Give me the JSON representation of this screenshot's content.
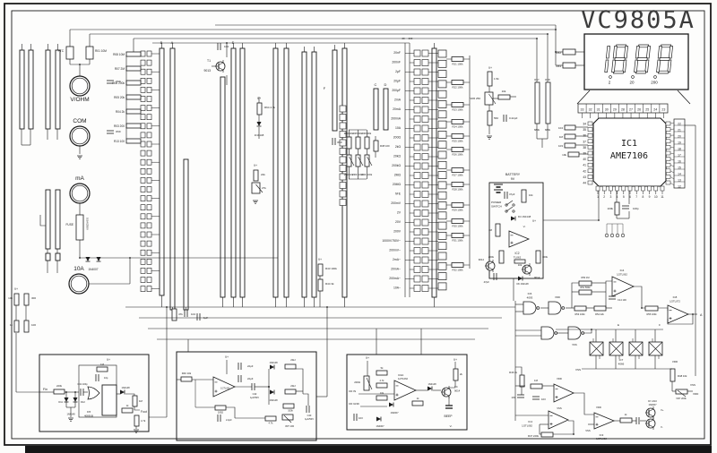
{
  "title": "VC9805A",
  "display": {
    "value": "1888",
    "dp_labels": [
      "2",
      "20",
      "200"
    ],
    "r62": "R62",
    "r63": "R63"
  },
  "ic1": {
    "ref": "IC1",
    "part": "AME7106",
    "pins_top": [
      "33",
      "32",
      "31",
      "30",
      "29",
      "28",
      "27",
      "26",
      "25",
      "24",
      "23"
    ],
    "pins_left": [
      "34",
      "35",
      "36",
      "37",
      "38",
      "39",
      "40",
      "41",
      "42",
      "43",
      "44"
    ],
    "pins_right": [
      "22",
      "21",
      "20",
      "19",
      "18",
      "17",
      "16",
      "15",
      "14",
      "13",
      "12"
    ],
    "pins_bottom": [
      "1",
      "2",
      "3",
      "4",
      "5",
      "6",
      "7",
      "8",
      "9",
      "10",
      "11"
    ]
  },
  "terminals": {
    "vohm": "V/OHM",
    "com": "COM",
    "ma": "mA",
    "a10": "10A"
  },
  "input_protection": {
    "ptc": "PTC",
    "r01": "R01 10M",
    "fuse": "FUSE",
    "fuse_rating": "0.5A/250V",
    "d_in": "1N4007"
  },
  "bus": {
    "a": "A",
    "b": "B",
    "c": "C",
    "d": "D",
    "e": "E",
    "f": "F",
    "w20": "20",
    "w200": "200"
  },
  "ranges": [
    "20nF",
    "200nF",
    "2μF",
    "20μF",
    "200μF",
    "2mA",
    "20mA",
    "200mA",
    "10A",
    "200Ω",
    "2kΩ",
    "20kΩ",
    "200kΩ",
    "2MΩ",
    "20MΩ",
    "hFE",
    "200mV",
    "2V",
    "20V",
    "200V",
    "1000V/750V~",
    "200mV~",
    "2mA~",
    "20mA~",
    "200mA~",
    "10A~"
  ],
  "divider": [
    "R08 10M",
    "R07 2M",
    "R06 200k",
    "R05 20k",
    "R04 2k",
    "R03 200",
    "R13 100"
  ],
  "ladder": [
    "R21 100k",
    "R22 100k",
    "R23 100k",
    "R24 100k",
    "R25 100k",
    "R26 100k",
    "R27 100k",
    "R28 100k",
    "R29 100k",
    "R30 100k",
    "R31 100k",
    "R32 100k"
  ],
  "caps_mid": {
    "c9": "3N9",
    "c10": "3N9",
    "c11": "3N9"
  },
  "t1": {
    "ref": "T1",
    "part": "9013",
    "cap": "104"
  },
  "r64": {
    "label": "R64 4.7k",
    "diode": "1N4148",
    "vplus": "V+"
  },
  "cal": {
    "r": [
      "R34 20k",
      "R35 30k",
      "R36 30k"
    ],
    "vr": [
      "VR2 10k",
      "VR3 100k",
      "VR4 100k"
    ],
    "r38": "R38 100"
  },
  "therm": {
    "r": "22k",
    "vr": "27k",
    "vplus": "V+"
  },
  "acdc_div": {
    "r43": "R43 100k",
    "r44": "R44 3k",
    "vplus": "V+"
  },
  "ref": {
    "vplus": "V+",
    "r1": "1.5k",
    "vr": "VR6 250",
    "r2": "10k",
    "r3": "560",
    "cap": "0.22μF"
  },
  "hv": {
    "r17": "R17",
    "r18": "R18",
    "v17": "680k",
    "v18": "680k"
  },
  "left_res": {
    "r1": "10k",
    "r2": "300",
    "r3": "1k",
    "r4": "100",
    "vplus": "V+"
  },
  "mid_caps": {
    "r": "47k",
    "c1": "104",
    "c2": "1μF"
  },
  "ic1_side": {
    "c1": "104",
    "r1": "1M",
    "c2": "103",
    "r2": "10k",
    "rb": "100k",
    "cb": "100p"
  },
  "battery": {
    "title1": "BATTERY",
    "title2": "9V",
    "c1": "47μF",
    "r1": "10k",
    "sw1": "POWER",
    "sw2": "SWITCH",
    "d4": "D4 1N4148",
    "vplus": "V+",
    "r2": "1M",
    "vminus": "V-",
    "ic_ref": "IC2",
    "ic_part": "TL062",
    "r3": "200k",
    "r4": "100k",
    "r5": "10k",
    "q1": "9014",
    "q2": "9014",
    "c2": "47μF",
    "d6": "D6 1N4148"
  },
  "box_osc": {
    "fin": "Fin",
    "rin": "220k",
    "d11": "D11",
    "d12": "D12",
    "dval": "1N4148",
    "c41": "C41 100p",
    "rfb": "1M",
    "cfb": "10p",
    "vplus": "V+",
    "ic_ref": "IC5",
    "ic_part": "4069UB",
    "dout": "1N4148",
    "r1": "1M",
    "r2": "1k",
    "r3": "4.7k",
    "fout": "Fout"
  },
  "box_filter": {
    "rin": "R40 10k",
    "amp": "1/2TL062",
    "vplus": "V+",
    "c1": "22μF",
    "c2": "22μF",
    "c42a": "C42",
    "c42b": "1μF/50V",
    "d1": "1N4148",
    "r1": "20kJ",
    "d2": "1N4148",
    "r2": "20kJ",
    "r3": "100k",
    "c43a": "C43",
    "c43b": "1μF/50V",
    "r4": "100Ω",
    "c3": "2.2μF",
    "r5": "4.7k",
    "vr": "VR7 100"
  },
  "box_beep": {
    "vplus1": "V+",
    "vr": "200Ω",
    "cdin": "CD IN",
    "cdgnd": "CD GND",
    "r1": "5k",
    "r2": "4.7k",
    "r3": "10k",
    "ic_ref": "IC3A",
    "ic_part": "1/2TL062",
    "d1": "1N4007",
    "d2": "1N4007",
    "r4": "1k",
    "c1": "103",
    "d3": "1N4148",
    "q_ref": "TC",
    "q_part": "9014",
    "vplus2": "V+",
    "r5": "2k",
    "beep": "BEEP",
    "vminus": "V-"
  },
  "logic": {
    "ic6_ref": "IC6",
    "ic6_part": "4093",
    "vdd1": "VDD",
    "vss1": "VSS",
    "r50": "R50 1M",
    "r51": "R51 560k",
    "r53": "R53 100k",
    "r54": "R54 22k",
    "c14": "C14 100",
    "ic4_ref": "IC4",
    "ic4_part": "1/2TL062",
    "r55": "R55 100k",
    "ic8_ref": "IC8",
    "ic8_part": "1/2TL072",
    "e": "E",
    "f": "F",
    "ic7_ref": "IC7",
    "ic7_part": "4066",
    "vss2": "VSS",
    "vdd2": "VDD",
    "r48": "R48 10k",
    "vr7": "VR7 200k",
    "vss3": "VSS",
    "vdd3": "VDD",
    "r46": "R46 1k",
    "c13": "103",
    "r56": "1M",
    "c15": "103",
    "vdd4": "VDD",
    "vss4": "VSS",
    "ic4b_ref": "IC4",
    "ic4b_part": "1/2TL062",
    "r47": "R47 220k",
    "ic3b_ref": "IC3",
    "ic3b_part": "1/2TL062",
    "vdd5": "VDD",
    "vss5": "VSS",
    "r45": "1k",
    "drow1": "D7~D10",
    "drow2": "1N4007",
    "vplus": "V+",
    "vminus": "V-"
  }
}
